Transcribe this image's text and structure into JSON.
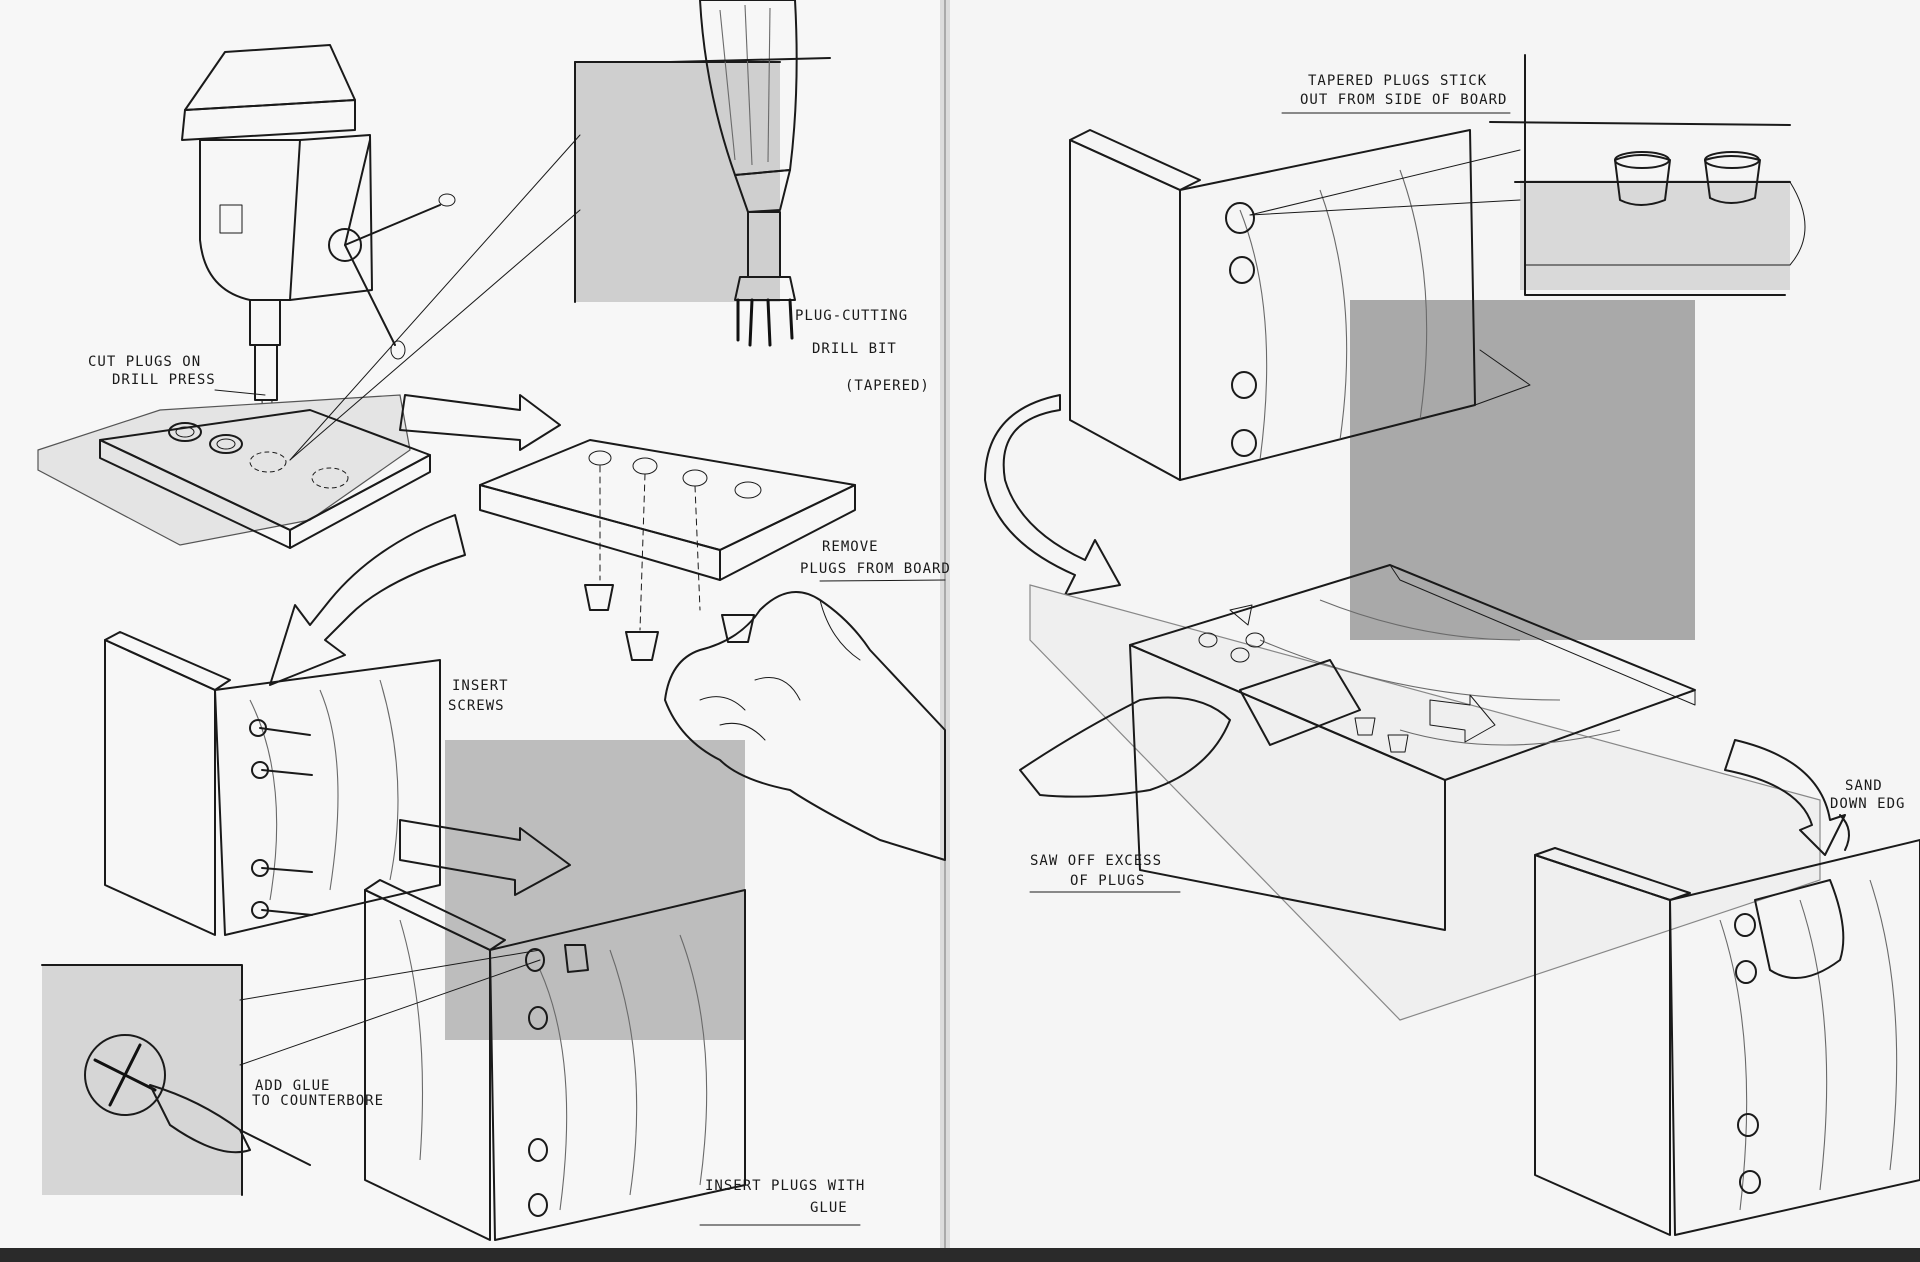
{
  "labels": {
    "cut_plugs_1": "CUT PLUGS ON",
    "cut_plugs_2": "DRILL PRESS",
    "bit_1": "PLUG-CUTTING",
    "bit_2": "DRILL BIT",
    "bit_3": "(TAPERED)",
    "remove_1": "REMOVE",
    "remove_2": "PLUGS FROM BOARD",
    "screws_1": "INSERT",
    "screws_2": "SCREWS",
    "glue_1": "ADD GLUE",
    "glue_2": "TO COUNTERBORE",
    "insert_plugs_1": "INSERT PLUGS WITH",
    "insert_plugs_2": "GLUE",
    "tapered_1": "TAPERED PLUGS STICK",
    "tapered_2": "OUT FROM SIDE OF BOARD",
    "saw_1": "SAW OFF EXCESS",
    "saw_2": "OF PLUGS",
    "sand_1": "SAND",
    "sand_2": "DOWN EDG"
  }
}
